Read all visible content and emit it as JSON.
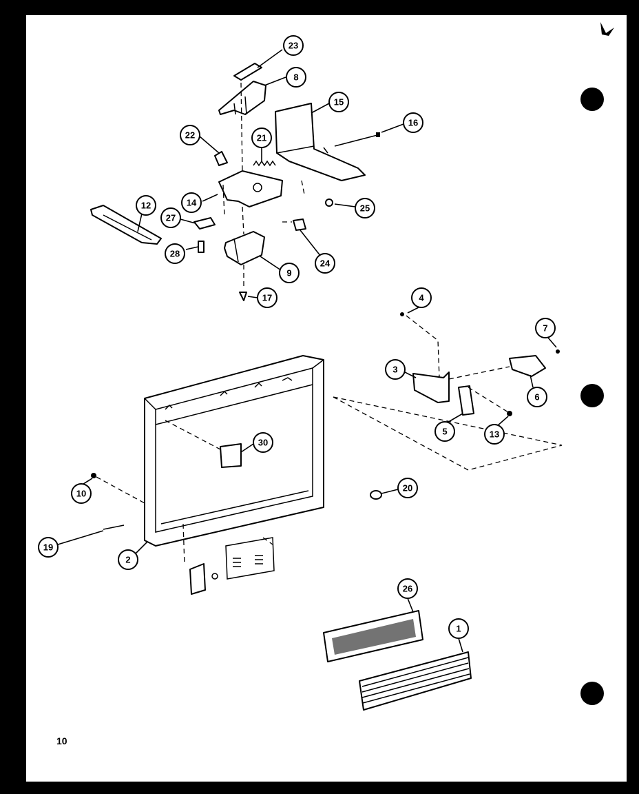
{
  "page_number": "10",
  "callouts": [
    {
      "id": "23",
      "label": "23"
    },
    {
      "id": "8",
      "label": "8"
    },
    {
      "id": "15",
      "label": "15"
    },
    {
      "id": "16",
      "label": "16"
    },
    {
      "id": "22",
      "label": "22"
    },
    {
      "id": "21",
      "label": "21"
    },
    {
      "id": "14",
      "label": "14"
    },
    {
      "id": "12",
      "label": "12"
    },
    {
      "id": "27",
      "label": "27"
    },
    {
      "id": "25",
      "label": "25"
    },
    {
      "id": "28",
      "label": "28"
    },
    {
      "id": "24",
      "label": "24"
    },
    {
      "id": "9",
      "label": "9"
    },
    {
      "id": "17",
      "label": "17"
    },
    {
      "id": "4",
      "label": "4"
    },
    {
      "id": "7",
      "label": "7"
    },
    {
      "id": "3",
      "label": "3"
    },
    {
      "id": "6",
      "label": "6"
    },
    {
      "id": "5",
      "label": "5"
    },
    {
      "id": "13",
      "label": "13"
    },
    {
      "id": "30",
      "label": "30"
    },
    {
      "id": "10",
      "label": "10"
    },
    {
      "id": "20",
      "label": "20"
    },
    {
      "id": "19",
      "label": "19"
    },
    {
      "id": "2",
      "label": "2"
    },
    {
      "id": "26",
      "label": "26"
    },
    {
      "id": "1",
      "label": "1"
    }
  ],
  "colors": {
    "background": "#000000",
    "paper": "#ffffff",
    "ink": "#000000"
  }
}
